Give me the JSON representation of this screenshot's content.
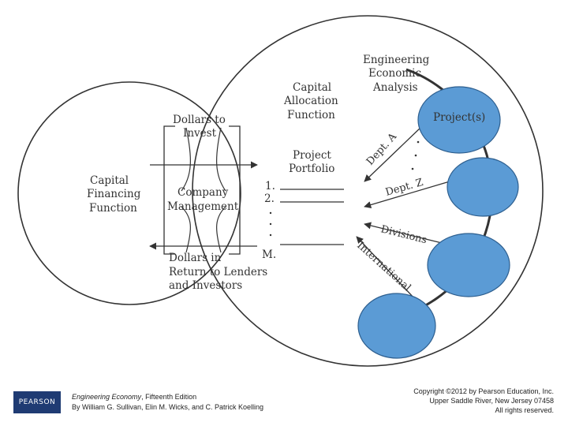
{
  "labels": {
    "engineering_line1": "Engineering",
    "engineering_line2": "Economic",
    "engineering_line3": "Analysis",
    "capital_alloc_line1": "Capital",
    "capital_alloc_line2": "Allocation",
    "capital_alloc_line3": "Function",
    "dollars_invest_line1": "Dollars to",
    "dollars_invest_line2": "Invest",
    "capital_fin_line1": "Capital",
    "capital_fin_line2": "Financing",
    "capital_fin_line3": "Function",
    "company_line1": "Company",
    "company_line2": "Management",
    "portfolio_line1": "Project",
    "portfolio_line2": "Portfolio",
    "num_1": "1.",
    "num_2": "2.",
    "num_m": "M.",
    "dollars_return_line1": "Dollars in",
    "dollars_return_line2": "Return to Lenders",
    "dollars_return_line3": "and Investors",
    "projects": "Project(s)",
    "dept_a": "Dept. A",
    "dept_z": "Dept. Z",
    "divisions": "Divisions",
    "international": "International"
  },
  "footer": {
    "logo": "PEARSON",
    "book_title": "Engineering Economy",
    "book_edition": ", Fifteenth Edition",
    "authors": "By William G. Sullivan, Elin M. Wicks, and C. Patrick Koelling",
    "copyright_line1": "Copyright ©2012 by Pearson Education, Inc.",
    "copyright_line2": "Upper Saddle River, New Jersey 07458",
    "copyright_line3": "All rights reserved."
  },
  "colors": {
    "project_fill": "#5b9bd5",
    "project_stroke": "#2e5f8f",
    "line": "#333333",
    "logo_bg": "#1f3b73"
  }
}
